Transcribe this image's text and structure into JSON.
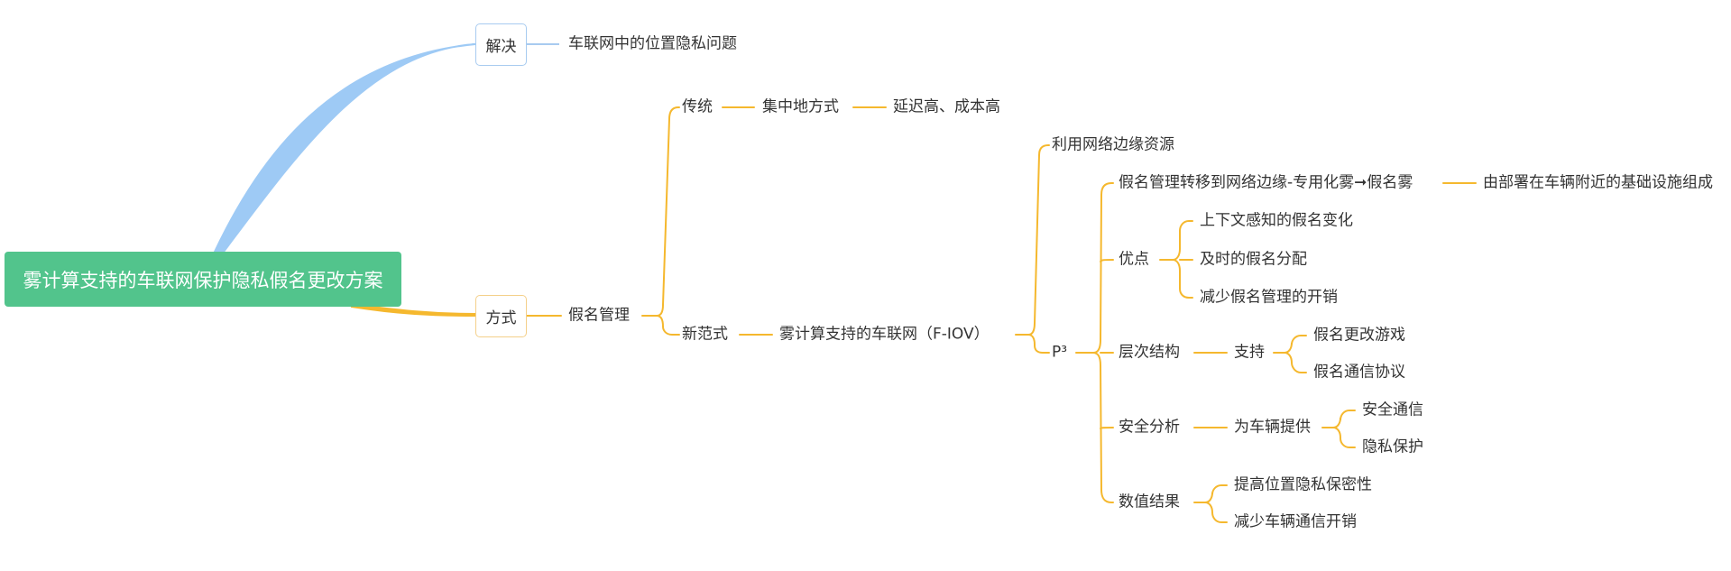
{
  "root": "雾计算支持的车联网保护隐私假名更改方案",
  "branch_solve": "解决",
  "solve_item": "车联网中的位置隐私问题",
  "branch_method": "方式",
  "pseudonym_mgmt": "假名管理",
  "traditional": "传统",
  "centralized": "集中地方式",
  "high_cost": "延迟高、成本高",
  "new_paradigm": "新范式",
  "fiov": "雾计算支持的车联网（F-IOV）",
  "edge_resources": "利用网络边缘资源",
  "p3": "P³",
  "p3_children": {
    "transfer": "假名管理转移到网络边缘-专用化雾➞假名雾",
    "transfer_detail": "由部署在车辆附近的基础设施组成",
    "advantages": "优点",
    "adv_1": "上下文感知的假名变化",
    "adv_2": "及时的假名分配",
    "adv_3": "减少假名管理的开销",
    "hierarchy": "层次结构",
    "support": "支持",
    "game": "假名更改游戏",
    "protocol": "假名通信协议",
    "security": "安全分析",
    "provide": "为车辆提供",
    "secure_comm": "安全通信",
    "privacy": "隐私保护",
    "numeric": "数值结果",
    "num_1": "提高位置隐私保密性",
    "num_2": "减少车辆通信开销"
  },
  "colors": {
    "root_bg": "#52c48c",
    "blue_branch": "#9ecaf5",
    "orange_branch": "#f5b82e"
  }
}
